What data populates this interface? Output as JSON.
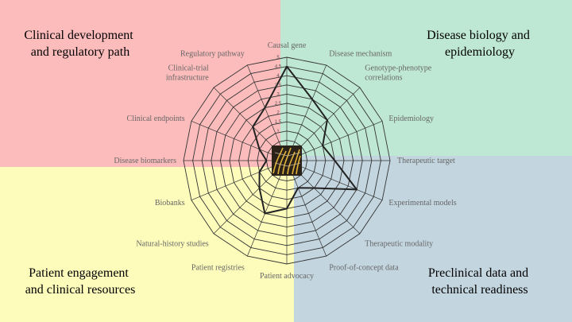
{
  "quadrants": [
    {
      "id": "clinical",
      "lines": [
        "Clinical development",
        "and regulatory path"
      ],
      "color": "#fdbcbc"
    },
    {
      "id": "biology",
      "lines": [
        "Disease biology and",
        "epidemiology"
      ],
      "color": "#bfe8d4"
    },
    {
      "id": "patient",
      "lines": [
        "Patient engagement",
        "and clinical resources"
      ],
      "color": "#fdfcbb"
    },
    {
      "id": "preclinical",
      "lines": [
        "Preclinical data and",
        "technical readiness"
      ],
      "color": "#c3d5df"
    }
  ],
  "chart_data": {
    "type": "radar",
    "axes": [
      {
        "label": [
          "Causal gene"
        ],
        "value": 4.5
      },
      {
        "label": [
          "Disease mechanism"
        ],
        "value": 3.0
      },
      {
        "label": [
          "Genotype-phenotype",
          "correlations"
        ],
        "value": 2.5
      },
      {
        "label": [
          "Epidemiology"
        ],
        "value": 1.5
      },
      {
        "label": [
          "Therapeutic target"
        ],
        "value": 2.0
      },
      {
        "label": [
          "Experimental models"
        ],
        "value": 3.5
      },
      {
        "label": [
          "Therapeutic modality"
        ],
        "value": 1.5
      },
      {
        "label": [
          "Proof-of-concept data"
        ],
        "value": 1.0
      },
      {
        "label": [
          "Patient advocacy"
        ],
        "value": 2.0
      },
      {
        "label": [
          "Patient registries"
        ],
        "value": 2.5
      },
      {
        "label": [
          "Natural-history studies"
        ],
        "value": 1.5
      },
      {
        "label": [
          "Biobanks"
        ],
        "value": 1.0
      },
      {
        "label": [
          "Disease biomarkers"
        ],
        "value": 0.5
      },
      {
        "label": [
          "Clinical endpoints"
        ],
        "value": 1.0
      },
      {
        "label": [
          "Clinical-trial",
          "infrastructure"
        ],
        "value": 2.0
      },
      {
        "label": [
          "Regulatory pathway"
        ],
        "value": 2.5
      }
    ],
    "ticks": [
      "1",
      "1.5",
      "2",
      "2.5",
      "3",
      "3.5",
      "4",
      "4.5",
      "5"
    ],
    "range": [
      0,
      5
    ]
  }
}
